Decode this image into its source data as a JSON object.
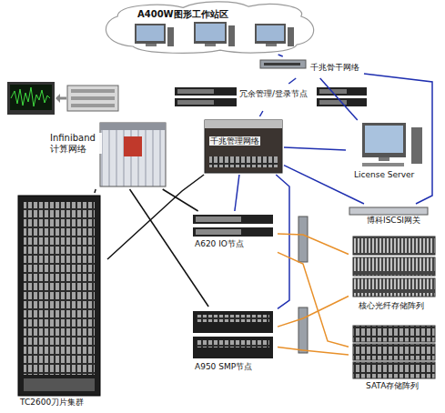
{
  "diagram": {
    "nodes": [
      {
        "text": [
          "A400W图形工作站区"
        ]
      },
      {
        "text": [
          "千兆骨干网络"
        ]
      },
      {
        "text": [
          "冗余管理/登录节点"
        ]
      },
      {
        "text": [
          "Infiniband 计算网络"
        ]
      },
      {
        "text": [
          "千兆管理网络"
        ]
      },
      {
        "text": [
          "License Server"
        ]
      },
      {
        "text": [
          "TC2600刀片集群"
        ]
      },
      {
        "text": [
          "A620 IO节点"
        ]
      },
      {
        "text": [
          "A950 SMP节点"
        ]
      },
      {
        "text": [
          "博科ISCSI网关"
        ]
      },
      {
        "text": [
          "核心光纤存储阵列"
        ]
      },
      {
        "text": [
          "SATA存储阵列"
        ]
      }
    ],
    "edges": [
      {
        "from": 1,
        "to": 0,
        "arrow": "none"
      },
      {
        "from": 1,
        "to": 2,
        "arrow": "none"
      },
      {
        "from": 1,
        "to": 5,
        "arrow": "none"
      },
      {
        "from": 1,
        "to": 9,
        "arrow": "none"
      },
      {
        "from": 4,
        "to": 2,
        "arrow": "none"
      },
      {
        "from": 4,
        "to": 5,
        "arrow": "none"
      },
      {
        "from": 4,
        "to": 7,
        "arrow": "none"
      },
      {
        "from": 4,
        "to": 8,
        "arrow": "none"
      },
      {
        "from": 4,
        "to": 9,
        "arrow": "none"
      },
      {
        "from": 3,
        "to": 6,
        "arrow": "none"
      },
      {
        "from": 4,
        "to": 6,
        "arrow": "none"
      },
      {
        "from": 3,
        "to": 7,
        "arrow": "none"
      },
      {
        "from": 3,
        "to": 8,
        "arrow": "none"
      },
      {
        "from": 7,
        "to": 10,
        "arrow": "none"
      },
      {
        "from": 7,
        "to": 11,
        "arrow": "none"
      },
      {
        "from": 8,
        "to": 10,
        "arrow": "none"
      },
      {
        "from": 8,
        "to": 11,
        "arrow": "none"
      }
    ]
  }
}
